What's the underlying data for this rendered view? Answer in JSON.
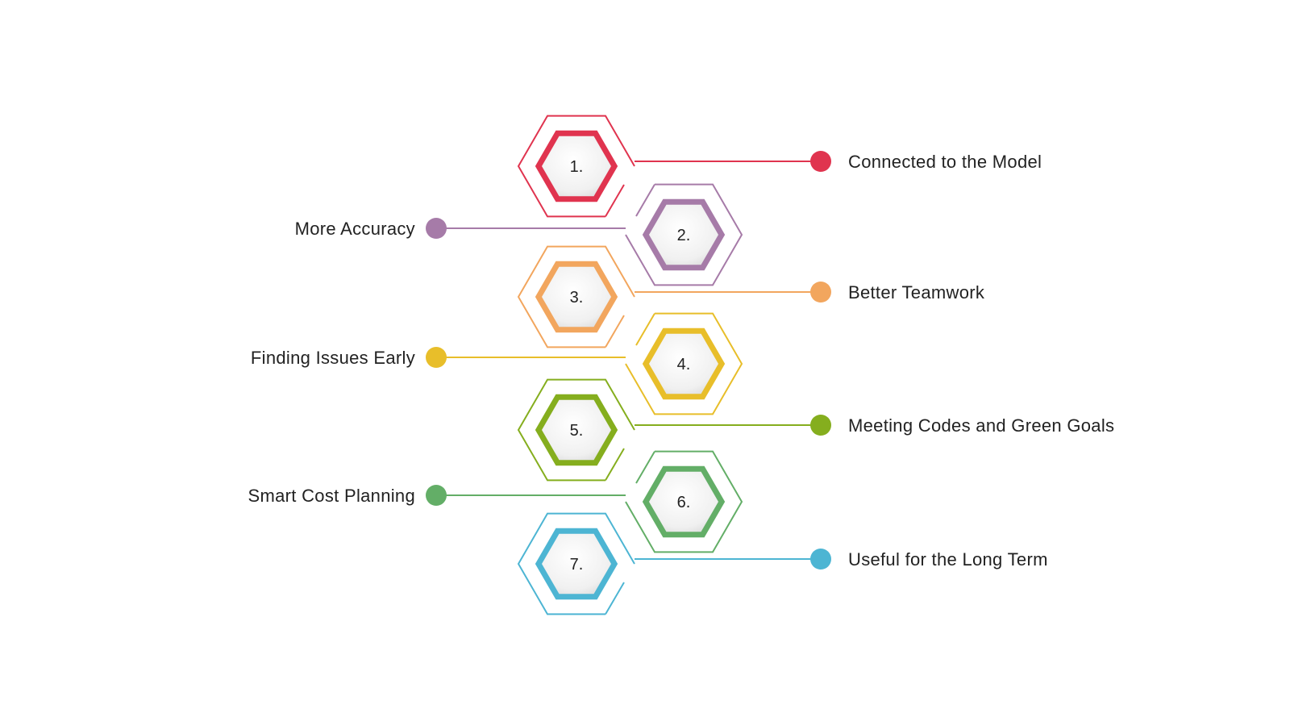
{
  "steps": [
    {
      "number": "1.",
      "label": "Connected to the Model",
      "color": "#E0344F",
      "side": "right"
    },
    {
      "number": "2.",
      "label": "More Accuracy",
      "color": "#A67BA8",
      "side": "left"
    },
    {
      "number": "3.",
      "label": "Better Teamwork",
      "color": "#F2A65E",
      "side": "right"
    },
    {
      "number": "4.",
      "label": "Finding Issues Early",
      "color": "#E8BE2A",
      "side": "left"
    },
    {
      "number": "5.",
      "label": "Meeting Codes and Green Goals",
      "color": "#85AE1E",
      "side": "right"
    },
    {
      "number": "6.",
      "label": "Smart Cost Planning",
      "color": "#63AE67",
      "side": "left"
    },
    {
      "number": "7.",
      "label": "Useful for the Long Term",
      "color": "#4DB5D3",
      "side": "right"
    }
  ]
}
